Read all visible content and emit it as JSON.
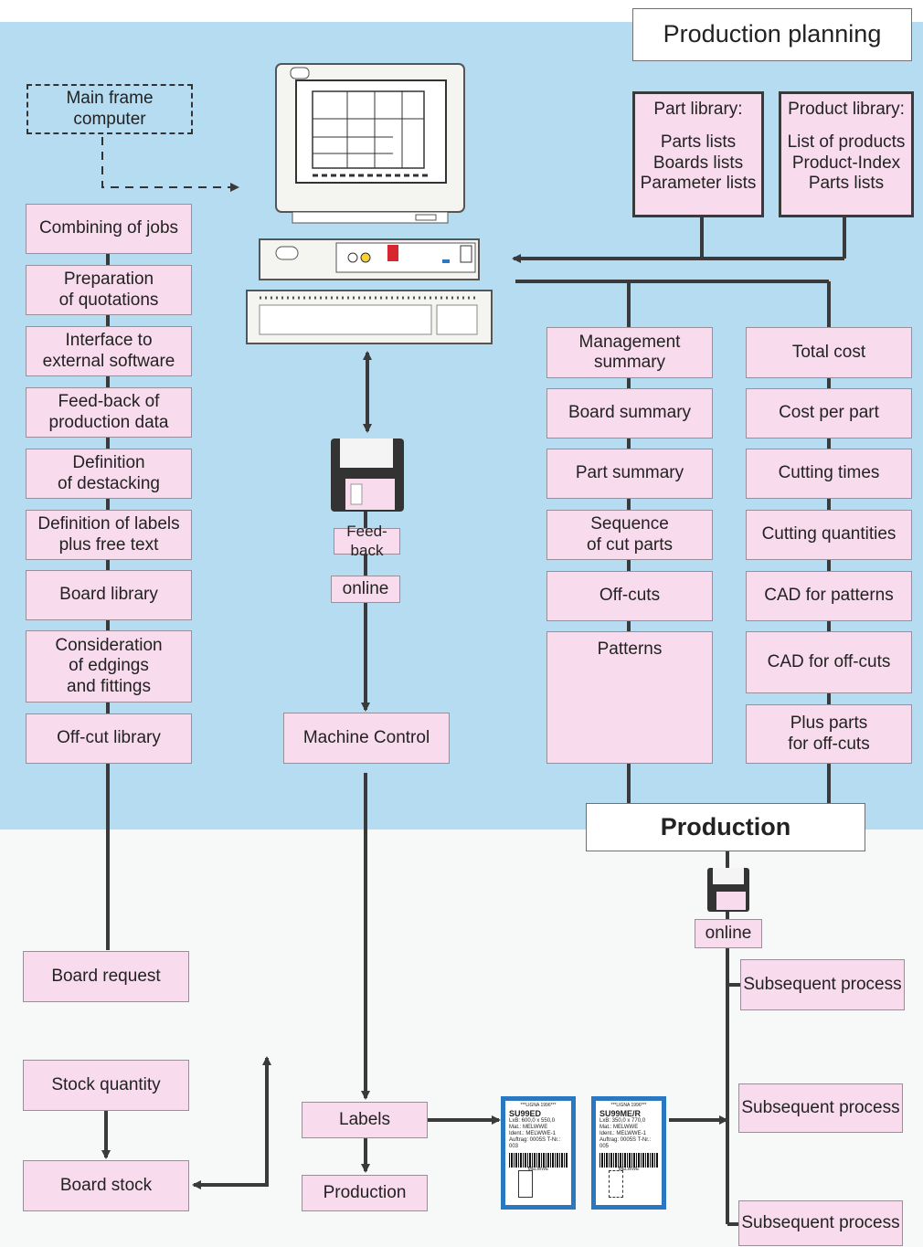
{
  "header": {
    "production_planning": "Production planning",
    "production": "Production"
  },
  "mainframe": "Main frame computer",
  "libraries": {
    "part": {
      "title": "Part library:",
      "lines": [
        "Parts lists",
        "Boards lists",
        "Parameter lists"
      ]
    },
    "product": {
      "title": "Product library:",
      "lines": [
        "List of products",
        "Product-Index",
        "Parts lists"
      ]
    }
  },
  "left_column": [
    "Combining of jobs",
    "Preparation\nof quotations",
    "Interface to\nexternal software",
    "Feed-back of\nproduction data",
    "Definition\nof destacking",
    "Definition of labels\nplus free text",
    "Board library",
    "Consideration\nof edgings\nand fittings",
    "Off-cut library"
  ],
  "middle": {
    "feedback": "Feed-back",
    "online": "online",
    "machine_control": "Machine Control",
    "labels": "Labels",
    "production": "Production"
  },
  "summary_column": [
    "Management\nsummary",
    "Board summary",
    "Part summary",
    "Sequence\nof cut parts",
    "Off-cuts",
    "Patterns"
  ],
  "cost_column": [
    "Total cost",
    "Cost per part",
    "Cutting times",
    "Cutting quantities",
    "CAD for patterns",
    "CAD for off-cuts",
    "Plus parts\nfor off-cuts"
  ],
  "bottom_left": {
    "board_request": "Board request",
    "stock_quantity": "Stock quantity",
    "board_stock": "Board stock"
  },
  "bottom_right": {
    "online": "online",
    "subsequent": [
      "Subsequent process",
      "Subsequent process",
      "Subsequent process"
    ]
  },
  "label_cards": [
    {
      "head": "***LIGNA 1996***",
      "code": "SU99ED",
      "line1": "LxB: 600,0 x 550,0",
      "line2": "Mat.: MELWWE",
      "line3": "Ident.: MELWWE-1",
      "line4": "Auftrag: 0005S T-Nr.: 003",
      "foot": "MELWWE"
    },
    {
      "head": "***LIGNA 1996***",
      "code": "SU99ME/R",
      "line1": "LxB: 350,0 x 770,0",
      "line2": "Mat.: MELWWE",
      "line3": "Ident.: MELWWE-1",
      "line4": "Auftrag: 0005S T-Nr.: 005",
      "foot": "MELWWE"
    }
  ],
  "colors": {
    "background_top": "#b5dcf1",
    "box_fill": "#f8dced",
    "line": "#3a3a3a",
    "label_card": "#2a78c2"
  }
}
